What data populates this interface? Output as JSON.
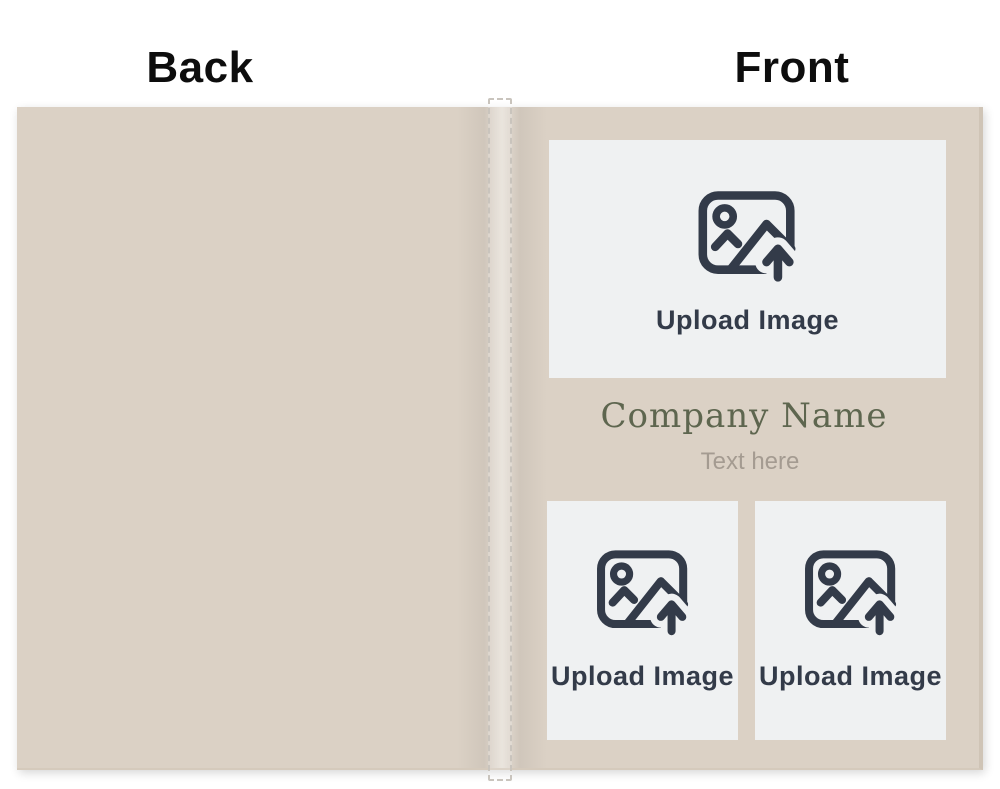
{
  "labels": {
    "back": "Back",
    "front": "Front"
  },
  "front": {
    "main_upload_label": "Upload Image",
    "company_name": "Company Name",
    "tagline_placeholder": "Text here",
    "bottom_upload_labels": [
      "Upload Image",
      "Upload Image"
    ]
  },
  "icons": {
    "upload_box_icon": "image-upload-icon"
  },
  "colors": {
    "card_background": "#dbd1c5",
    "card_edge": "#cfc4b6",
    "upload_box_background": "#eff1f2",
    "icon_and_label": "#333b49",
    "company_name_text": "#5e664f",
    "placeholder_text": "#a49b91",
    "heading_text": "#0d0d0d",
    "spine_dash": "#c9c4bd"
  }
}
